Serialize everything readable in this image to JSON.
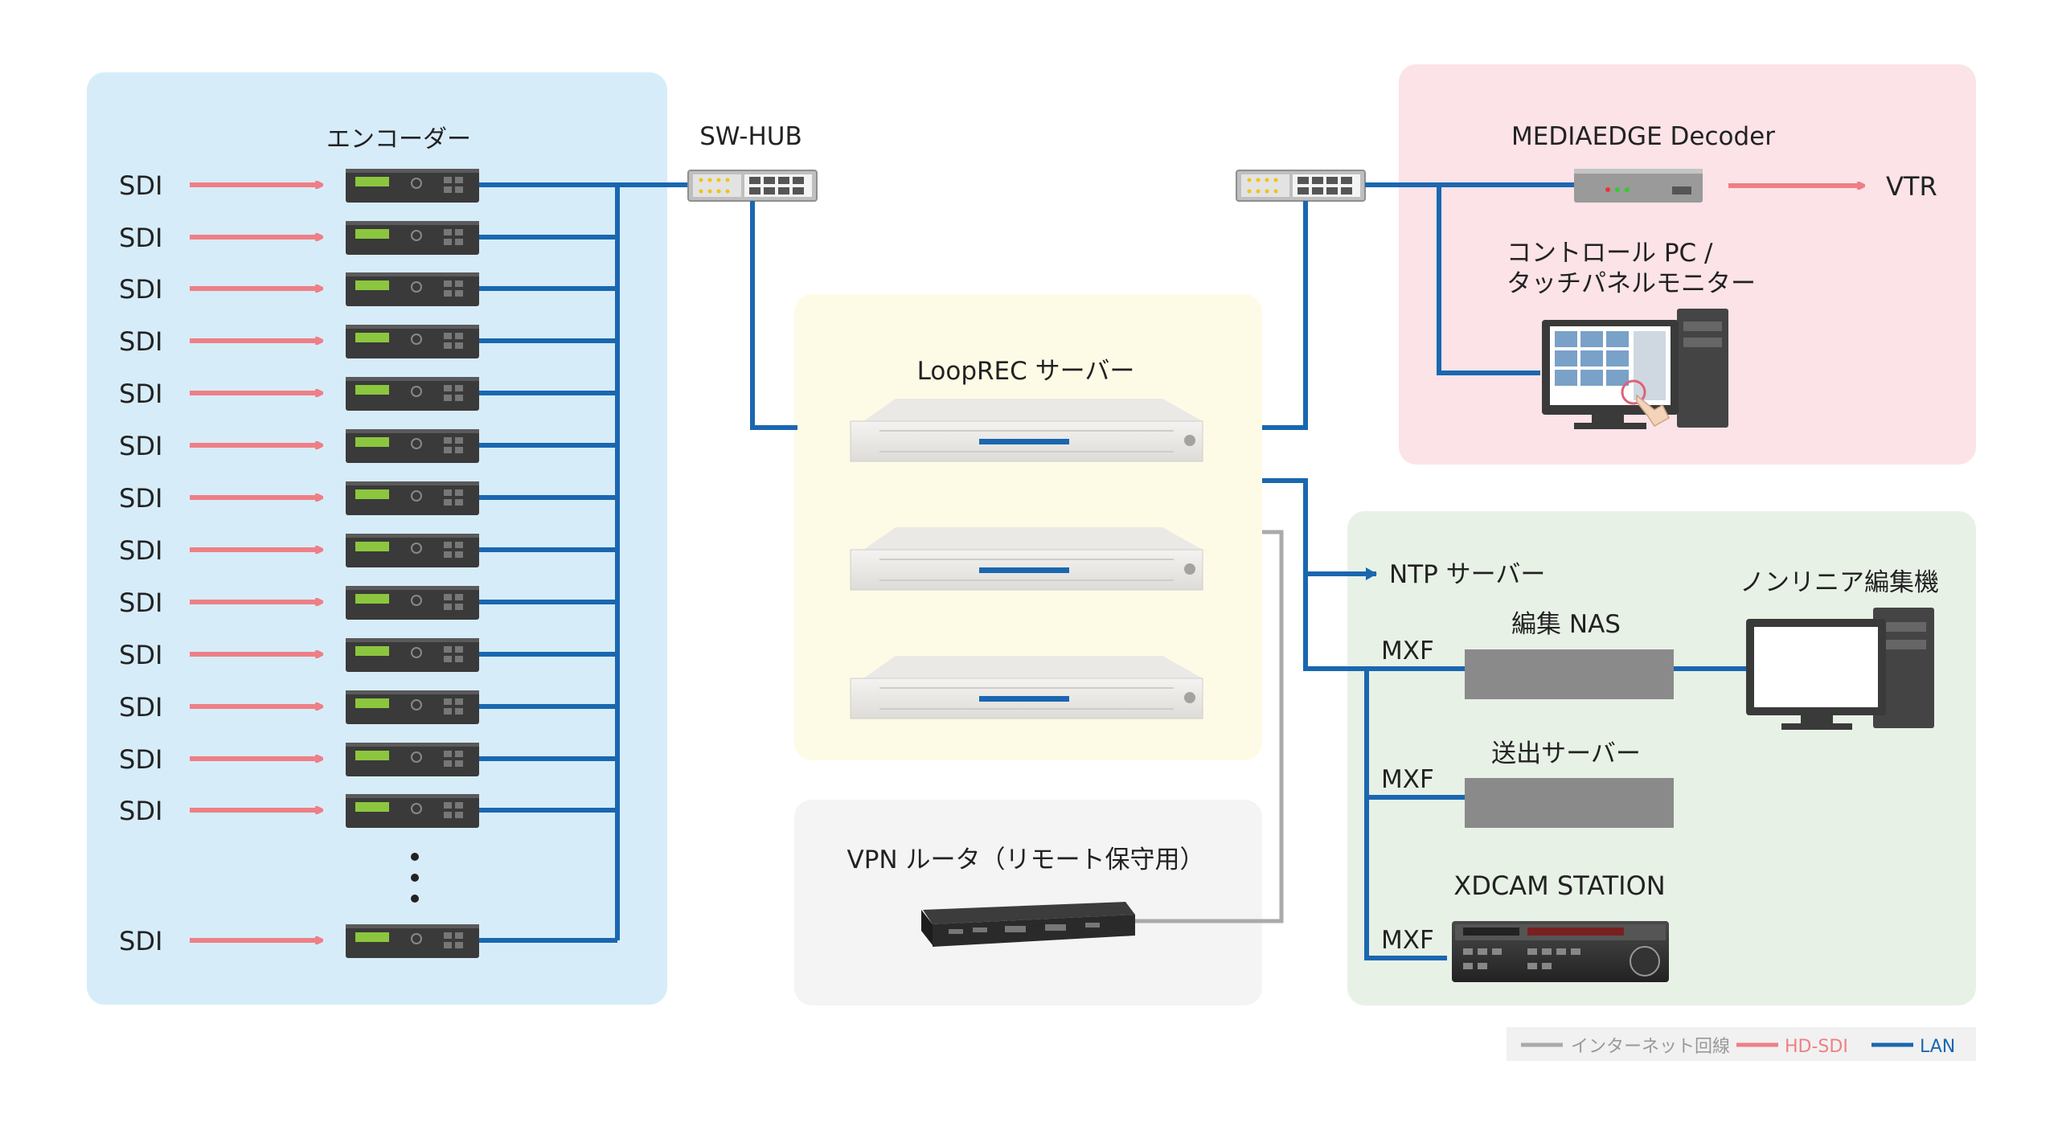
{
  "colors": {
    "internet_line": "#aaaaaa",
    "hd_sdi_line": "#ee7f86",
    "lan_line": "#1a67b0",
    "encoder_panel": "#d7ecf9",
    "decoder_panel": "#fbe3e7",
    "server_panel": "#fdfbe6",
    "vpn_panel": "#f4f4f4",
    "edit_panel": "#e8f1e6",
    "legend_bg": "#f1f1f1"
  },
  "encoder_group": {
    "title": "エンコーダー",
    "input_label": "SDI",
    "input_count_shown": 14
  },
  "hub_left": {
    "label": "SW-HUB"
  },
  "decoder_group": {
    "title": "MEDIAEDGE Decoder",
    "output_label": "VTR",
    "control_pc_label_line1": "コントロール PC /",
    "control_pc_label_line2": "タッチパネルモニター"
  },
  "server_group": {
    "title": "LoopREC サーバー",
    "unit_count": 3
  },
  "vpn_group": {
    "title": "VPN ルータ（リモート保守用）"
  },
  "edit_group": {
    "ntp_label": "NTP サーバー",
    "nle_label": "ノンリニア編集機",
    "nas_label": "編集 NAS",
    "send_label": "送出サーバー",
    "xdcam_label": "XDCAM STATION",
    "mxf_label": "MXF"
  },
  "legend": {
    "internet": "インターネット回線",
    "hd_sdi": "HD-SDI",
    "lan": "LAN"
  }
}
